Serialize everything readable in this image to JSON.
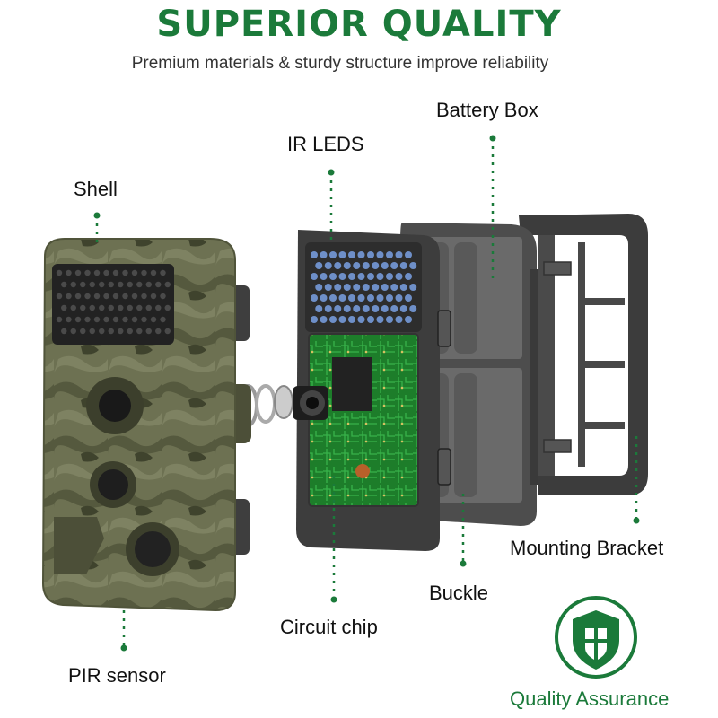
{
  "header": {
    "title": "SUPERIOR QUALITY",
    "subtitle": "Premium materials & sturdy structure improve reliability"
  },
  "labels": {
    "shell": "Shell",
    "ir_leds": "IR LEDS",
    "battery_box": "Battery Box",
    "mounting_bracket": "Mounting Bracket",
    "buckle": "Buckle",
    "circuit_chip": "Circuit chip",
    "pir_sensor": "PIR sensor"
  },
  "badge": {
    "label": "Quality Assurance",
    "icon": "shield-icon"
  },
  "colors": {
    "accent_green": "#1b7a3a",
    "camo_base": "#6b6f4e",
    "pcb_green": "#1f8a2e",
    "housing_gray": "#5a5a5a"
  }
}
